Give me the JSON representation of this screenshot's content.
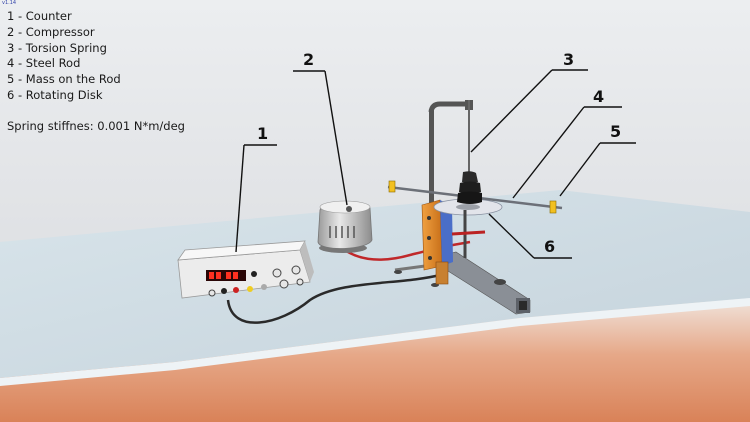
{
  "version": "v1.14",
  "legend": [
    "1 - Counter",
    "2 - Compressor",
    "3 - Torsion Spring",
    "4 - Steel Rod",
    "5 - Mass on the Rod",
    "6 - Rotating Disk"
  ],
  "stiffness_text": "Spring stiffnes: 0.001 N*m/deg",
  "callouts": [
    "1",
    "2",
    "3",
    "4",
    "5",
    "6"
  ],
  "counter_display": "88:88",
  "colors": {
    "wall_top": "#dcdee2",
    "floor_orange": "#d98a66",
    "table": "#cfdde5",
    "orange_block": "#e48a1e",
    "mass_yellow": "#f2c020"
  }
}
